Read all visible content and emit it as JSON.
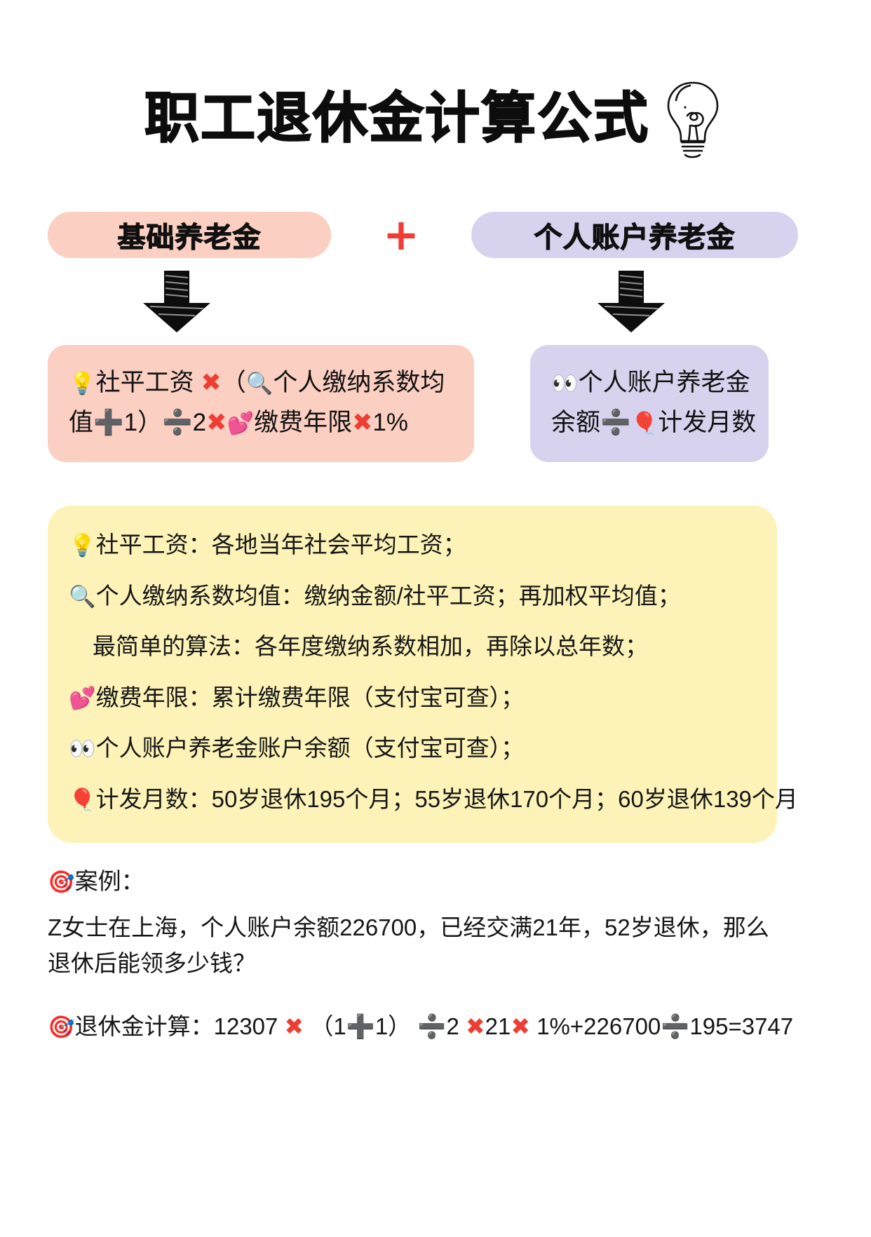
{
  "page": {
    "title": "职工退休金计算公式",
    "title_icon": "lightbulb-doodle-icon"
  },
  "formula": {
    "left_pill": "基础养老金",
    "plus": "➕",
    "right_pill": "个人账户养老金",
    "basic_box": {
      "line1_emoji": "💡",
      "line1": "社平工资",
      "op_multiply_1": "✖",
      "paren_open": "（",
      "line1_emoji2": "🔍",
      "line1b": "个人缴纳系数均",
      "line2a": "值",
      "op_plus": "➕",
      "line2b": "1）",
      "op_divide": "➗",
      "line2c": "2",
      "op_multiply_2": "✖",
      "line2_emoji": "💕",
      "line2d": "缴费年限",
      "op_multiply_3": "✖",
      "line2e": "1%"
    },
    "personal_box": {
      "line1_emoji": "👀",
      "line1": "个人账户养老金",
      "line2a": "余额",
      "op_divide": "➗",
      "line2_emoji": "🎈",
      "line2b": "计发月数"
    },
    "arrow_left": "down-arrow-icon",
    "arrow_right": "down-arrow-icon"
  },
  "notes": [
    {
      "icon": "💡",
      "text": "社平工资：各地当年社会平均工资；",
      "indent": false
    },
    {
      "icon": "🔍",
      "text": "个人缴纳系数均值：缴纳金额/社平工资；再加权平均值；",
      "indent": false
    },
    {
      "icon": "",
      "text": "最简单的算法：各年度缴纳系数相加，再除以总年数；",
      "indent": true
    },
    {
      "icon": "💕",
      "text": "缴费年限：累计缴费年限（支付宝可查）；",
      "indent": false
    },
    {
      "icon": "👀",
      "text": "个人账户养老金账户余额（支付宝可查）；",
      "indent": false
    },
    {
      "icon": "🎈",
      "text": "计发月数：50岁退休195个月；55岁退休170个月；60岁退休139个月",
      "indent": false
    }
  ],
  "case": {
    "icon": "🎯",
    "heading": "案例：",
    "description": "Z女士在上海，个人账户余额226700，已经交满21年，52岁退休，那么退休后能领多少钱？",
    "calc_icon": "🎯",
    "calc_label": "退休金计算：",
    "calc_parts": {
      "salary": "12307",
      "mul1": "✖",
      "paren_open": "（",
      "one_a": "1",
      "plus": "➕",
      "one_b": "1）",
      "div1": "➗",
      "two": "2",
      "mul2": "✖",
      "years": "21",
      "mul3": "✖",
      "percent": "1%+",
      "balance": "226700",
      "div2": "➗",
      "months": "195",
      "equals": "=",
      "result": "3747"
    }
  },
  "colors": {
    "pink": "#fbcfc2",
    "purple": "#d7d3ee",
    "yellow": "#fdf3b8",
    "red_operator": "#ee3d32",
    "text": "#161616",
    "background": "#ffffff"
  }
}
